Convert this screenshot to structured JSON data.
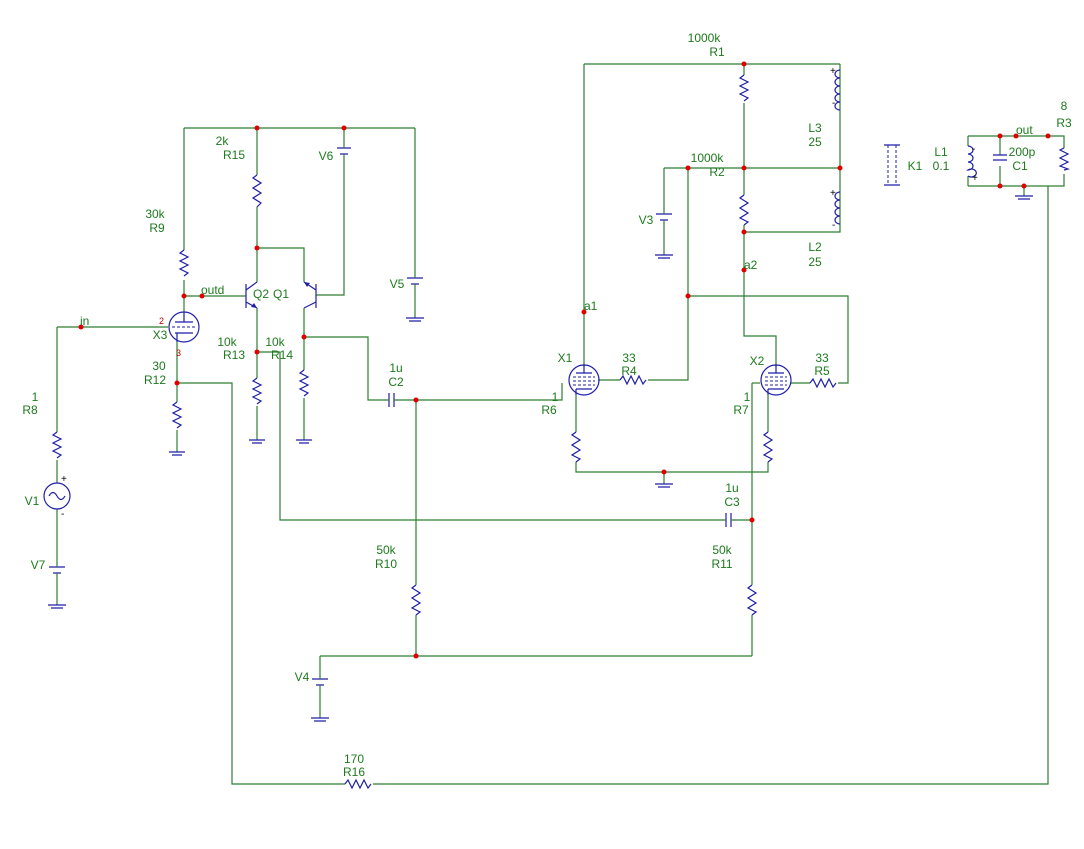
{
  "net_labels": {
    "in": "in",
    "outd": "outd",
    "a1": "a1",
    "a2": "a2",
    "out": "out"
  },
  "components": {
    "R1": {
      "name": "R1",
      "value": "1000k"
    },
    "R2": {
      "name": "R2",
      "value": "1000k"
    },
    "R3": {
      "name": "R3",
      "value": "8"
    },
    "R4": {
      "name": "R4",
      "value": "33"
    },
    "R5": {
      "name": "R5",
      "value": "33"
    },
    "R6": {
      "name": "R6",
      "value": "1"
    },
    "R7": {
      "name": "R7",
      "value": "1"
    },
    "R8": {
      "name": "R8",
      "value": "1"
    },
    "R9": {
      "name": "R9",
      "value": "30k"
    },
    "R10": {
      "name": "R10",
      "value": "50k"
    },
    "R11": {
      "name": "R11",
      "value": "50k"
    },
    "R12": {
      "name": "R12",
      "value": "30"
    },
    "R13": {
      "name": "R13",
      "value": "10k"
    },
    "R14": {
      "name": "R14",
      "value": "10k"
    },
    "R15": {
      "name": "R15",
      "value": "2k"
    },
    "R16": {
      "name": "R16",
      "value": "170"
    },
    "C1": {
      "name": "C1",
      "value": "200p"
    },
    "C2": {
      "name": "C2",
      "value": "1u"
    },
    "C3": {
      "name": "C3",
      "value": "1u"
    },
    "L1": {
      "name": "L1",
      "value": "0.1"
    },
    "L2": {
      "name": "L2",
      "value": "25"
    },
    "L3": {
      "name": "L3",
      "value": "25"
    },
    "K1": {
      "name": "K1"
    },
    "Q1": {
      "name": "Q1"
    },
    "Q2": {
      "name": "Q2"
    },
    "X1": {
      "name": "X1"
    },
    "X2": {
      "name": "X2"
    },
    "X3": {
      "name": "X3"
    },
    "V1": {
      "name": "V1"
    },
    "V3": {
      "name": "V3"
    },
    "V4": {
      "name": "V4"
    },
    "V5": {
      "name": "V5"
    },
    "V6": {
      "name": "V6"
    },
    "V7": {
      "name": "V7"
    }
  },
  "pin_numbers": {
    "x3_pin2": "2",
    "x3_pin3": "3"
  },
  "colors": {
    "wire": "#2e7d32",
    "component": "#1f1fa8",
    "junction": "#e00000",
    "label": "#1e7a1e"
  }
}
